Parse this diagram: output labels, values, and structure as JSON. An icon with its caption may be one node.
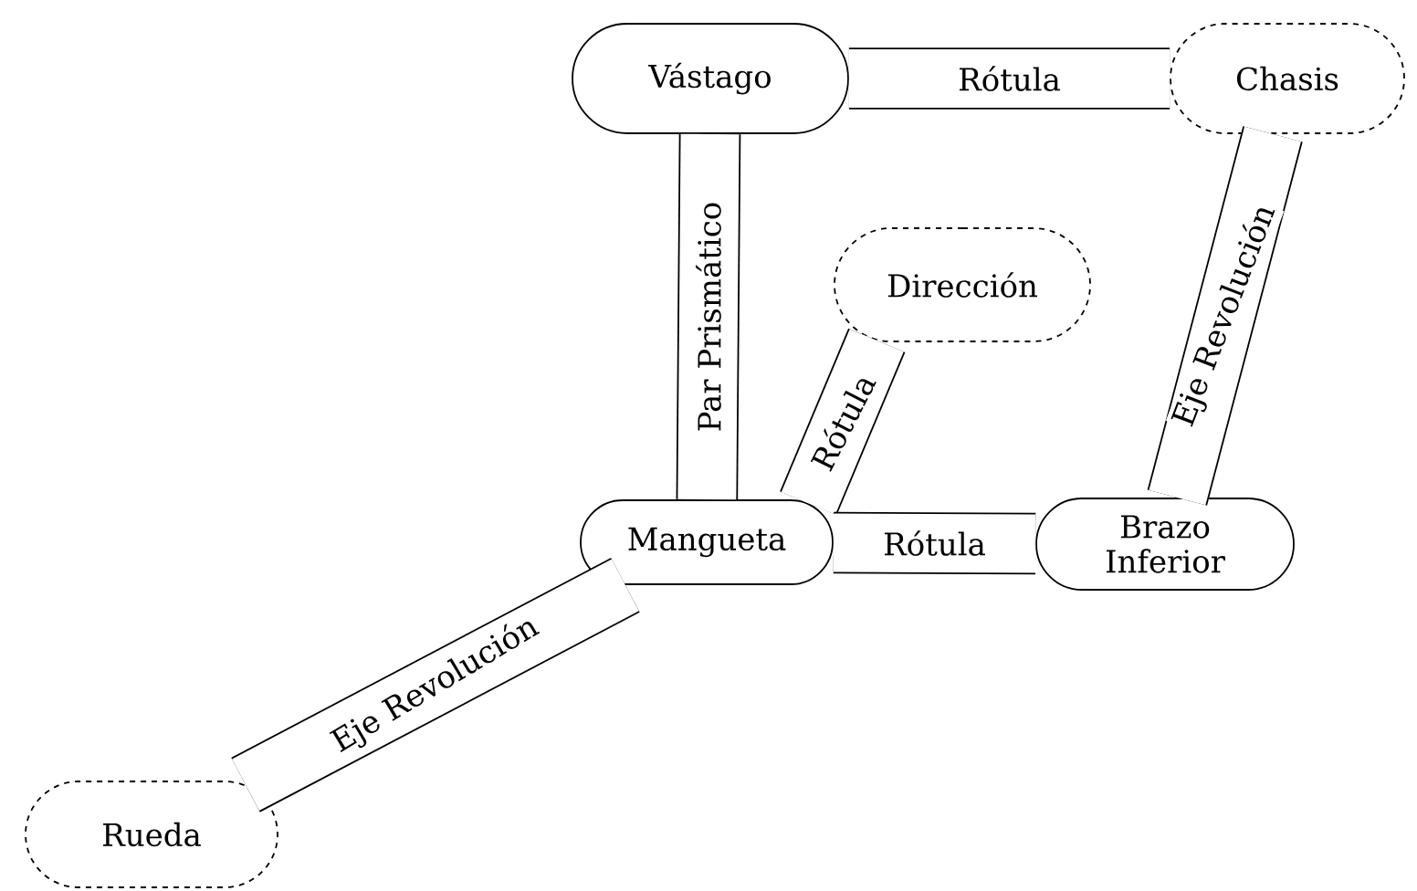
{
  "diagram": {
    "nodes": [
      {
        "text": [
          "Vástago"
        ]
      },
      {
        "text": [
          "Chasis"
        ]
      },
      {
        "text": [
          "Dirección"
        ]
      },
      {
        "text": [
          "Mangueta"
        ]
      },
      {
        "text": [
          "Brazo Inferior"
        ]
      },
      {
        "text": [
          "Rueda"
        ]
      }
    ],
    "edges": [
      {
        "from": 0,
        "to": 1,
        "arrow": "none",
        "label": "Rótula"
      },
      {
        "from": 0,
        "to": 3,
        "arrow": "none",
        "label": "Par Prismático"
      },
      {
        "from": 2,
        "to": 3,
        "arrow": "none",
        "label": "Rótula"
      },
      {
        "from": 1,
        "to": 4,
        "arrow": "none",
        "label": "Eje Revolución"
      },
      {
        "from": 3,
        "to": 4,
        "arrow": "none",
        "label": "Rótula"
      },
      {
        "from": 3,
        "to": 5,
        "arrow": "none",
        "label": "Eje Revolución"
      }
    ]
  }
}
